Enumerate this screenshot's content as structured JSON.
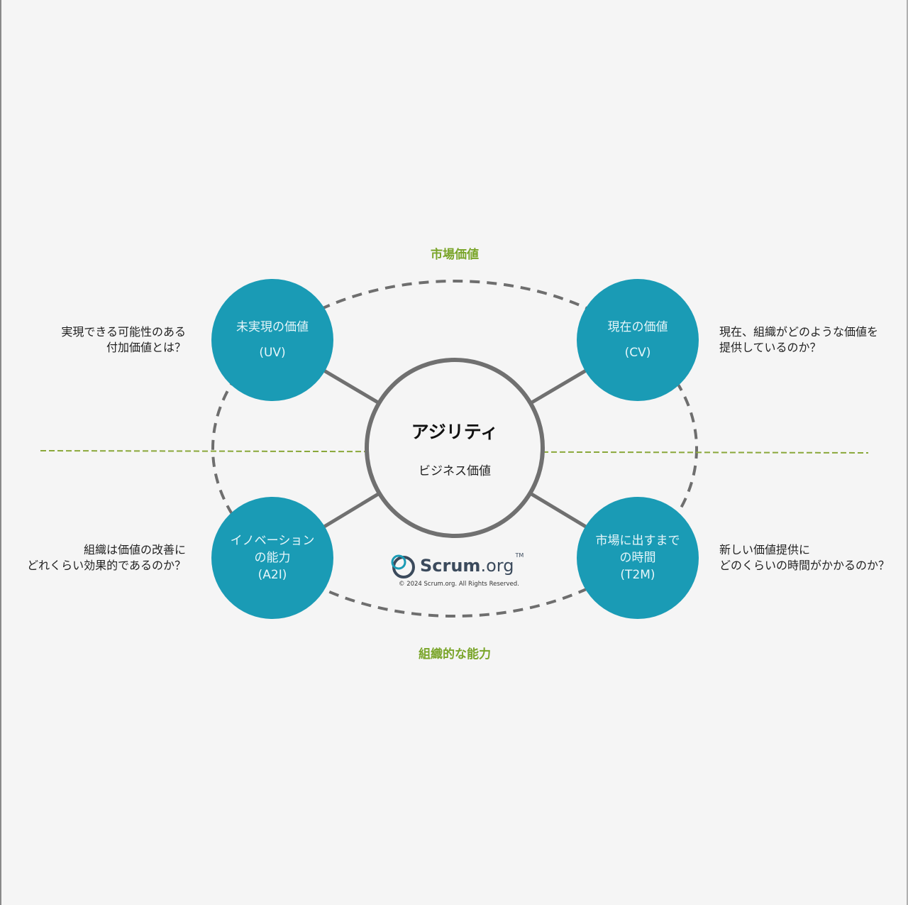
{
  "axes": {
    "top": "市場価値",
    "bottom": "組織的な能力"
  },
  "center": {
    "title": "アジリティ",
    "subtitle": "ビジネス価値"
  },
  "nodes": {
    "uv": {
      "line1": "未実現の価値",
      "line2": "(UV)"
    },
    "cv": {
      "line1": "現在の価値",
      "line2": "(CV)"
    },
    "a2i": {
      "line1": "イノベーション",
      "line2": "の能力",
      "line3": "(A2I)"
    },
    "t2m": {
      "line1": "市場に出すまで",
      "line2": "の時間",
      "line3": "(T2M)"
    }
  },
  "questions": {
    "uv": {
      "line1": "実現できる可能性のある",
      "line2": "付加価値とは？"
    },
    "cv": {
      "line1": "現在、組織がどのような価値を",
      "line2": "提供しているのか？"
    },
    "a2i": {
      "line1": "組織は価値の改善に",
      "line2": "どれくらい効果的であるのか？"
    },
    "t2m": {
      "line1": "新しい価値提供に",
      "line2": "どのくらいの時間がかかるのか？"
    }
  },
  "logo": {
    "name": "Scrum",
    "suffix": ".org",
    "tm": "TM",
    "copyright": "© 2024 Scrum.org. All Rights Reserved."
  },
  "colors": {
    "node": "#1a9bb5",
    "axis": "#7aa52a",
    "line": "#777777"
  }
}
